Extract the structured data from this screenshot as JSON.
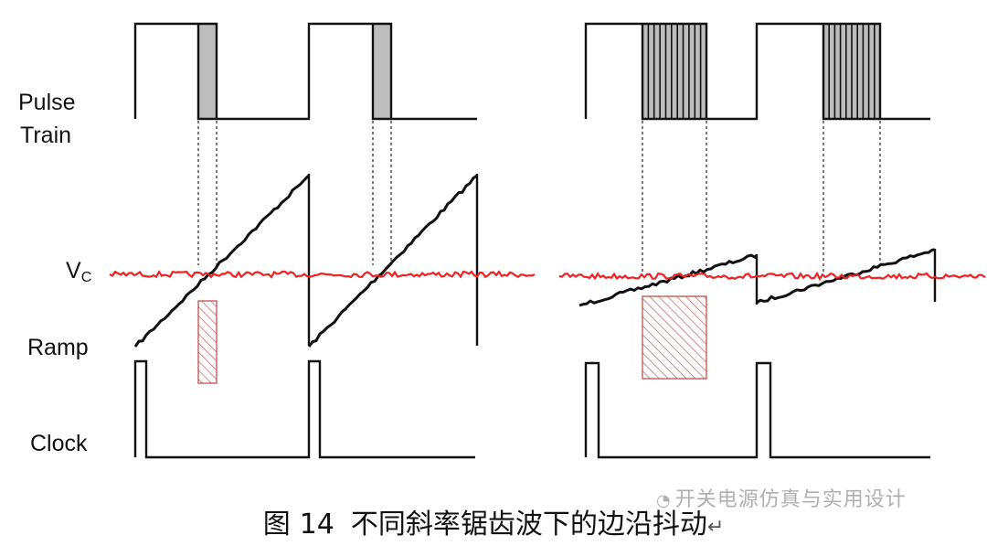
{
  "labels": {
    "pulse_line1": "Pulse",
    "pulse_line2": "Train",
    "vc_main": "V",
    "vc_sub": "C",
    "ramp": "Ramp",
    "clock": "Clock"
  },
  "caption": {
    "prefix": "图",
    "number": "14",
    "text": "不同斜率锯齿波下的边沿抖动",
    "return_mark": "↵"
  },
  "watermark": {
    "icon": "wechat-icon",
    "text": "开关电源仿真与实用设计"
  },
  "colors": {
    "signal": "#111111",
    "threshold": "#ee2222",
    "jitter_fill": "#bdbdbd",
    "jitter_hatch": "#c0504d"
  }
}
